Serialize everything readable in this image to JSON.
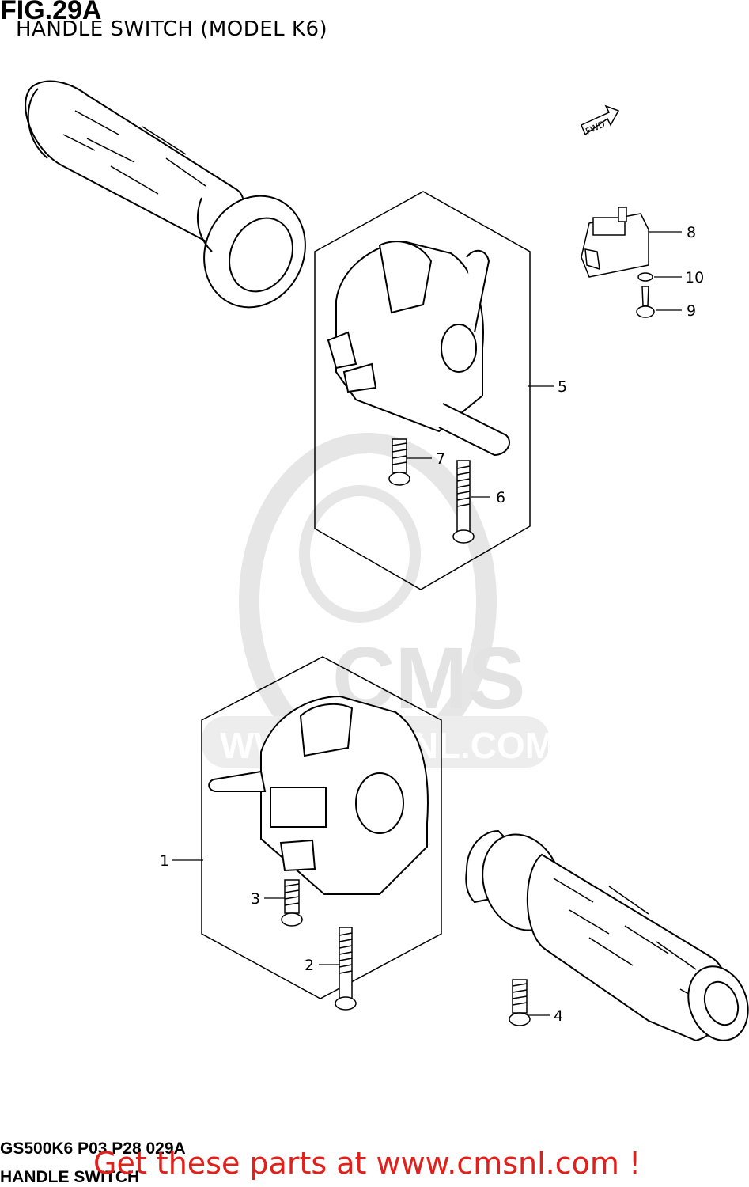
{
  "figure": {
    "title": "FIG.29A",
    "subtitle": "HANDLE SWITCH (MODEL K6)"
  },
  "direction_marker": {
    "label": "FWD",
    "icon": "forward-arrow-icon"
  },
  "callouts": [
    "1",
    "2",
    "3",
    "4",
    "5",
    "6",
    "7",
    "8",
    "9",
    "10"
  ],
  "watermark": {
    "brand": "CMS",
    "site": "WWW.CMSNL.COM"
  },
  "footer": {
    "ref_code": "GS500K6 P03 P28 029A",
    "ref_name": "HANDLE SWITCH",
    "promo": "Get these parts at www.cmsnl.com !"
  },
  "colors": {
    "promo": "#e0201b",
    "line": "#000000",
    "watermark": "#e3e3e3"
  }
}
